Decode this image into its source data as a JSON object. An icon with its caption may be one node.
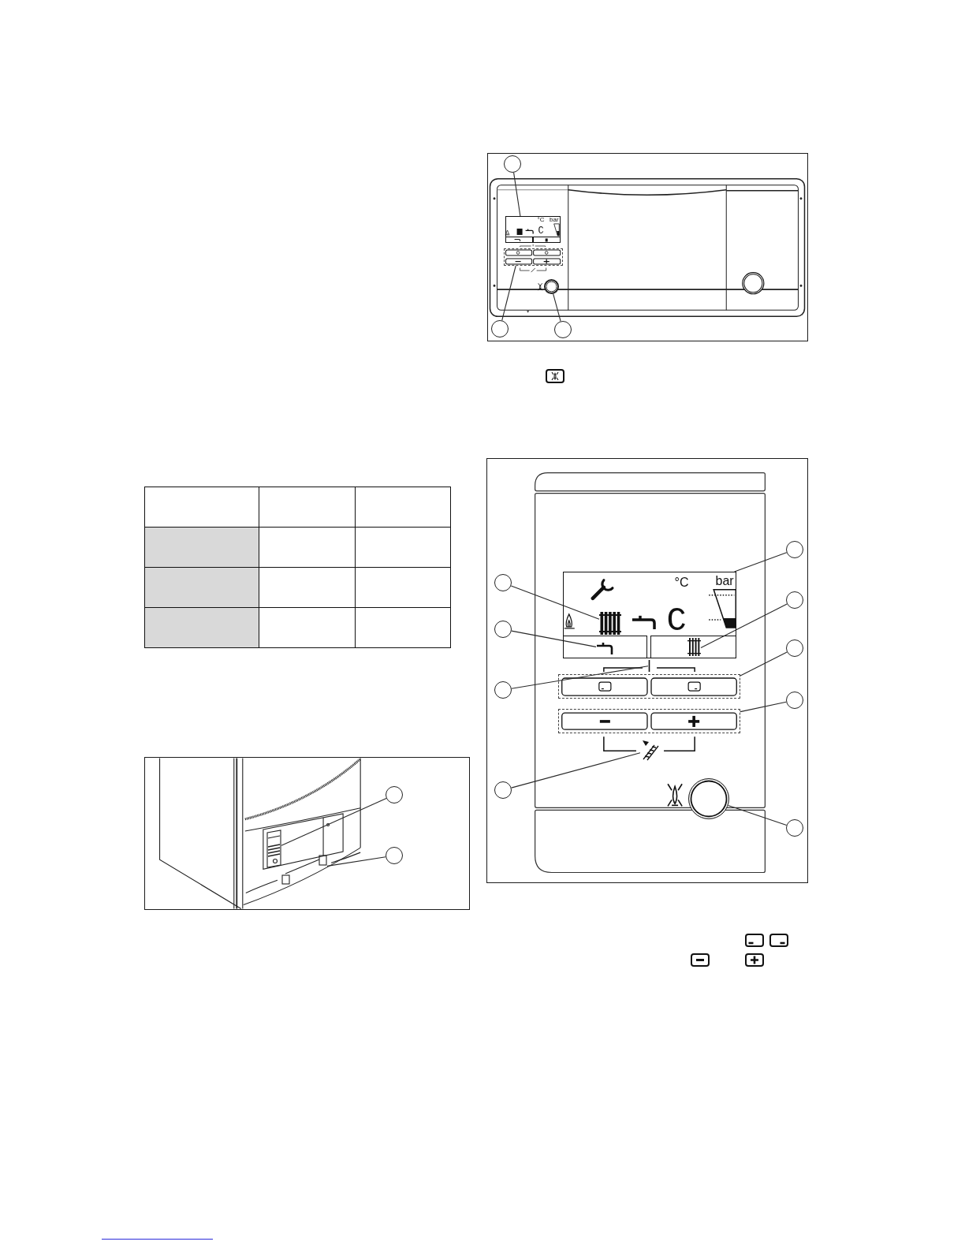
{
  "diagram": {
    "nodes": [
      {
        "text": [],
        "shape": "circle"
      },
      {
        "text": [],
        "shape": "circle"
      },
      {
        "text": [],
        "shape": "picture"
      },
      {
        "text": [],
        "shape": "picture"
      },
      {
        "text": [],
        "shape": "circle"
      },
      {
        "text": [
          "°C",
          "bar",
          "C"
        ]
      },
      {
        "text": [],
        "shape": "box"
      },
      {
        "text": [],
        "shape": "circle"
      },
      {
        "text": [],
        "shape": "circle"
      },
      {
        "text": [],
        "shape": "circle"
      },
      {
        "text": [],
        "shape": "circle"
      },
      {
        "text": [
          "°C",
          "bar",
          "C"
        ]
      },
      {
        "text": [],
        "shape": "picture",
        "in": 11
      },
      {
        "text": [],
        "shape": "picture",
        "in": 11
      },
      {
        "text": [],
        "shape": "picture",
        "in": 11
      },
      {
        "text": [],
        "shape": "circle"
      },
      {
        "text": [],
        "shape": "circle"
      },
      {
        "text": [],
        "shape": "circle"
      },
      {
        "text": [],
        "shape": "circle"
      },
      {
        "text": [],
        "shape": "picture"
      },
      {
        "text": [],
        "shape": "box"
      },
      {
        "text": [],
        "shape": "circle"
      },
      {
        "text": [],
        "shape": "circle"
      },
      {
        "text": [],
        "shape": "box"
      },
      {
        "text": [],
        "shape": "picture"
      },
      {
        "text": [],
        "shape": "circle"
      },
      {
        "text": [],
        "shape": "circle"
      },
      {
        "text": [],
        "shape": "circle"
      }
    ],
    "edges": [
      {
        "from": 0,
        "to": 2,
        "arrow": "none"
      },
      {
        "from": 1,
        "to": 3,
        "arrow": "none"
      },
      {
        "from": 4,
        "to": 5,
        "arrow": "none"
      },
      {
        "from": 8,
        "to": 6,
        "arrow": "none"
      },
      {
        "from": 9,
        "to": 7,
        "arrow": "none"
      },
      {
        "from": 10,
        "to": 11,
        "arrow": "none"
      },
      {
        "from": 15,
        "to": 12,
        "arrow": "none"
      },
      {
        "from": 16,
        "to": 14,
        "arrow": "none"
      },
      {
        "from": 17,
        "to": 13,
        "arrow": "none"
      },
      {
        "from": 18,
        "to": 20,
        "arrow": "none"
      },
      {
        "from": 21,
        "to": 19,
        "arrow": "none"
      },
      {
        "from": 22,
        "to": 23,
        "arrow": "none"
      },
      {
        "from": 25,
        "to": 24,
        "arrow": "none"
      },
      {
        "from": 27,
        "to": 26,
        "arrow": "none"
      }
    ]
  }
}
